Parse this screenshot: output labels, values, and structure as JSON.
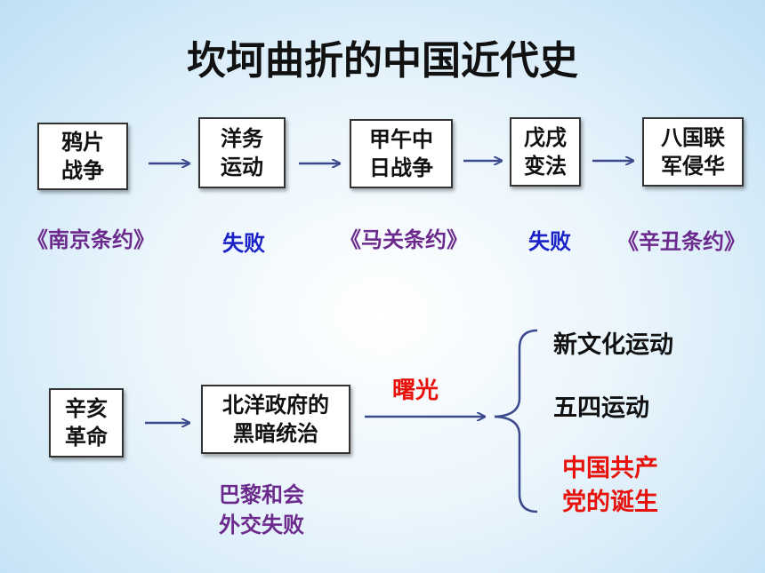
{
  "title": "坎坷曲折的中国近代史",
  "row1": {
    "events": [
      "鸦片\n战争",
      "洋务\n运动",
      "甲午中\n日战争",
      "戊戌\n变法",
      "八国联\n军侵华"
    ],
    "outcomes": [
      "《南京条约》",
      "失败",
      "《马关条约》",
      "失败",
      "《辛丑条约》"
    ]
  },
  "row2": {
    "events": [
      "辛亥\n革命",
      "北洋政府的\n黑暗统治"
    ],
    "note": "巴黎和会\n外交失败",
    "arrow_label": "曙光",
    "branches": [
      "新文化运动",
      "五四运动",
      "中国共产\n党的诞生"
    ]
  },
  "colors": {
    "treaty": "#6b2a8c",
    "failure": "#1a22c8",
    "highlight": "#e8120c",
    "arrow": "#3b4a8c"
  }
}
